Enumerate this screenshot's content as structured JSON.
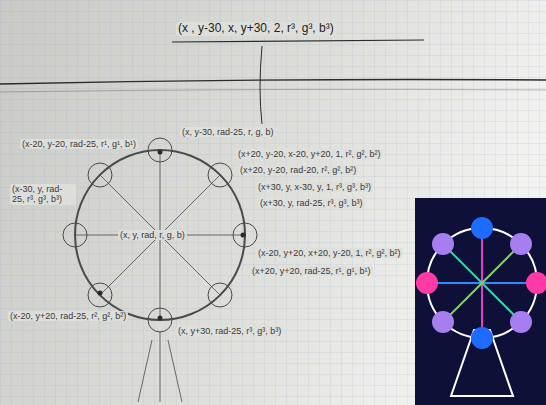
{
  "diagram": {
    "labels": [
      "(x , y-30, x, y+30, 2, r³, g³, b³)",
      "(x, y-30, rad-25, r, g, b)",
      "(x-20, y-20, rad-25, r¹, g¹, b¹)",
      "(x+20, y-20, x-20, y+20, 1, r², g², b²)",
      "(x+20, y-20, rad-20, r², g², b²)",
      "(x+30, y, x-30, y, 1, r³, g³, b³)",
      "(x-30, y, rad-25, r³, g³, b³)",
      "(x+30, y, rad-25, r³, g³, b³)",
      "(x, y, rad, r, g, b)",
      "(x-20, y+20, x+20, y-20, 1, r², g², b²)",
      "(x+20, y+20, rad-25, r¹, g¹, b¹)",
      "(x-20, y+20, rad-25, r², g², b²)",
      "(x, y+30, rad-25, r³, g³, b³)"
    ]
  }
}
